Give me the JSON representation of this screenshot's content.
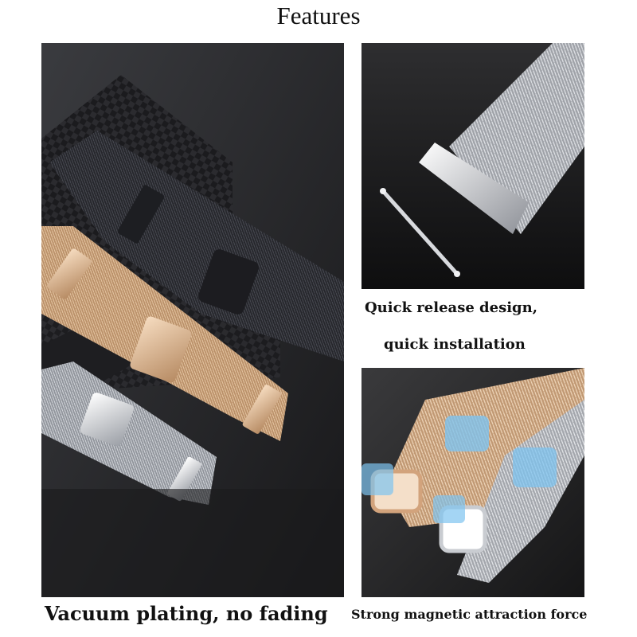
{
  "header": {
    "title": "Features"
  },
  "captions": {
    "quick_release_line1": "Quick release design,",
    "quick_release_line2": "quick installation",
    "vacuum_plating": "Vacuum plating, no fading",
    "magnetic": "Strong magnetic attraction force"
  },
  "colors": {
    "background": "#ffffff",
    "black_band": "#2a2b30",
    "rose_gold_band": "#c9a27c",
    "silver_band": "#b9bcc2",
    "carbon_fiber": "#1a1a1c",
    "magnet_highlight": "#7ec3ef"
  }
}
